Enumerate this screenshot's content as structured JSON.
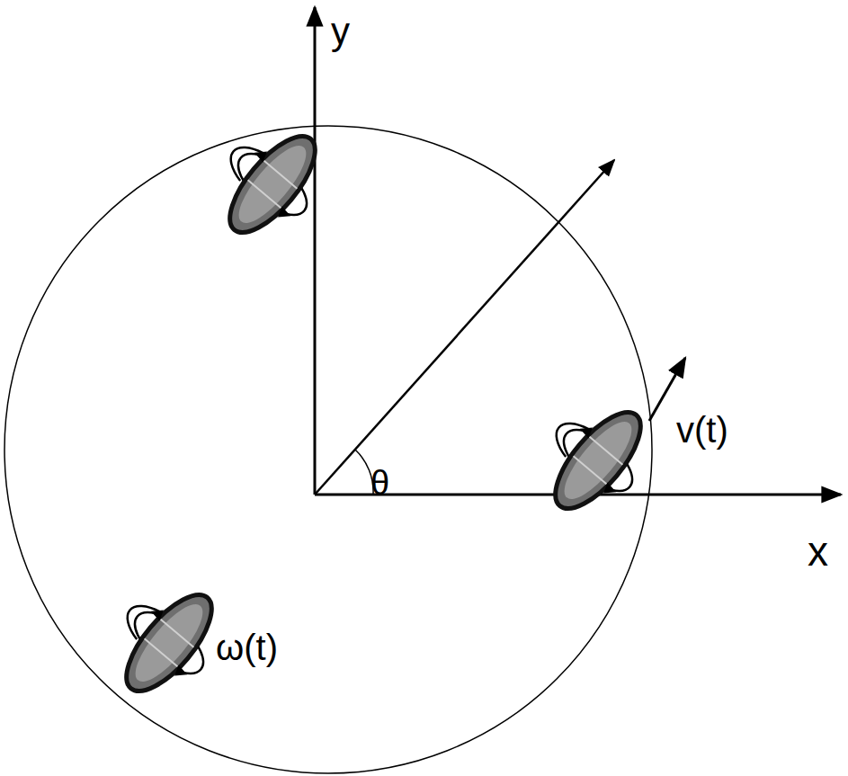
{
  "diagram": {
    "labels": [
      "y",
      "x",
      "θ",
      "v(t)",
      "ω(t)"
    ]
  }
}
